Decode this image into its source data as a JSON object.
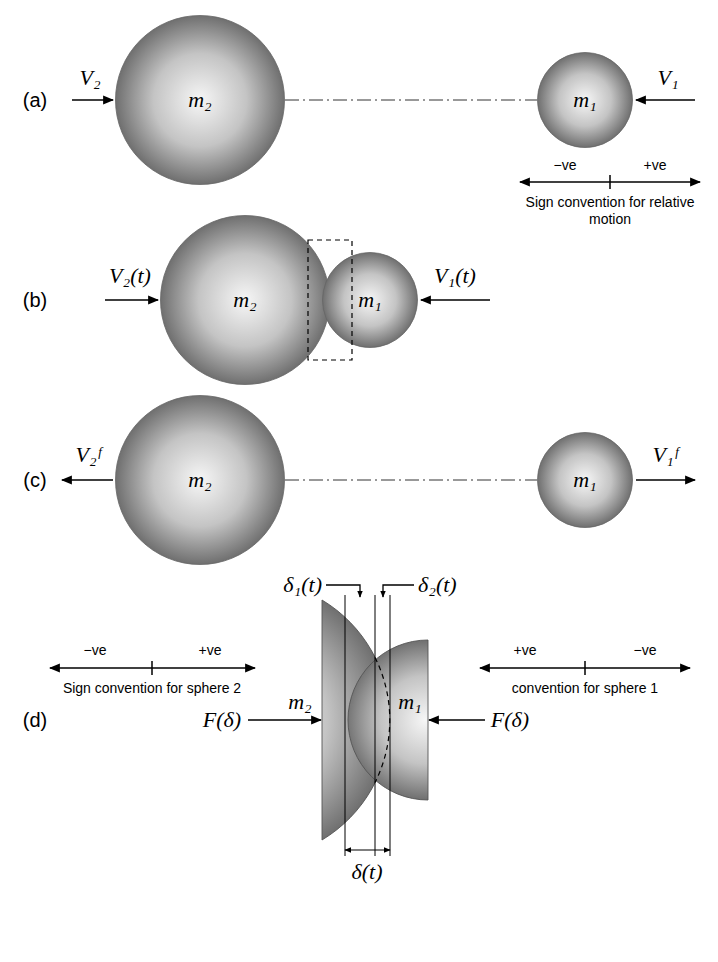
{
  "diagram": {
    "nodes": [
      {
        "text": [
          "m₂"
        ]
      },
      {
        "text": [
          "m₁"
        ]
      },
      {
        "text": [
          "m₂"
        ]
      },
      {
        "text": [
          "m₁"
        ]
      },
      {
        "text": [
          "m₂"
        ]
      },
      {
        "text": [
          "m₁"
        ]
      },
      {
        "text": [
          "m₂"
        ]
      },
      {
        "text": [
          "m₁"
        ]
      }
    ],
    "edges": [
      {
        "from": 0,
        "to": 1,
        "arrow": "none"
      },
      {
        "from": 4,
        "to": 5,
        "arrow": "none"
      }
    ],
    "labels": [
      "(a)",
      "V₂",
      "V₁",
      "−ve",
      "+ve",
      "Sign convention for relative motion",
      "(b)",
      "V₂(t)",
      "V₁(t)",
      "(c)",
      "V₂ᶠ",
      "V₁ᶠ",
      "δ₁(t)",
      "δ₂(t)",
      "−ve",
      "+ve",
      "Sign convention for sphere 2",
      "+ve",
      "−ve",
      "convention for sphere 1",
      "(d)",
      "F(δ)",
      "F(δ)",
      "δ(t)"
    ]
  }
}
